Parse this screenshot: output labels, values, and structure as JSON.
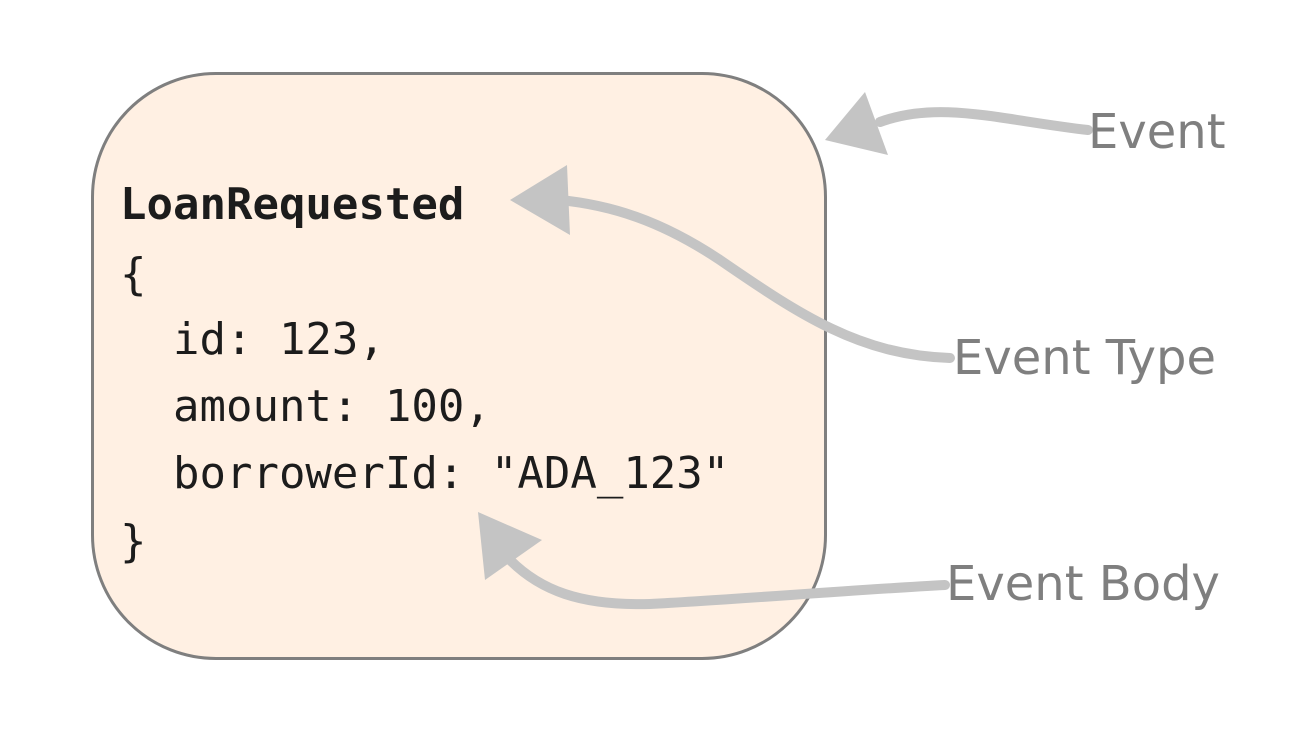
{
  "event": {
    "type_name": "LoanRequested",
    "body_lines": [
      "{",
      "  id: 123,",
      "  amount: 100,",
      "  borrowerId: \"ADA_123\"",
      "}"
    ]
  },
  "callouts": {
    "event": "Event",
    "event_type": "Event Type",
    "event_body": "Event Body"
  },
  "colors": {
    "card_fill": "#fff0e3",
    "card_border": "#7f7f7f",
    "arrow": "#c4c4c4",
    "label": "#7f7f7f",
    "code_text": "#1c1c1c"
  }
}
